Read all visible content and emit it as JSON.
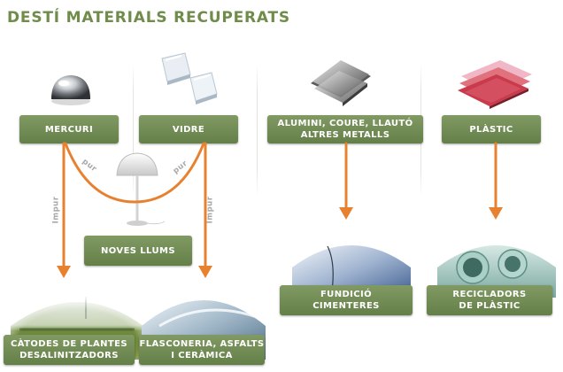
{
  "title": "DESTÍ MATERIALS RECUPERATS",
  "sources": {
    "mercuri": "MERCURI",
    "vidre": "VIDRE",
    "metalls": "ALUMINI, COURE, LLAUTÓ\nALTRES METALLS",
    "plastic": "PLÀSTIC"
  },
  "destinations": {
    "noves_llums": "NOVES LLUMS",
    "catodes": "CÀTODES DE PLANTES\nDESALINITZADORS",
    "flasconeria": "FLASCONERIA, ASFALTS\nI CERÀMICA",
    "fundicio": "FUNDICIÓ\nCIMENTERES",
    "recicladors": "RECICLADORS\nDE PLÀSTIC"
  },
  "labels": {
    "pur_left": "pur",
    "pur_right": "pur",
    "impur_left": "Impur",
    "impur_right": "Impur"
  },
  "colors": {
    "box_green": "#6f8a52",
    "arrow_orange": "#e8812f",
    "title_green": "#6f8c4a"
  },
  "icons": [
    "mercury-drop-icon",
    "glass-icon",
    "metal-sheets-icon",
    "plastic-sheets-icon",
    "lamp-icon",
    "solar-field-photo",
    "glass-bottle-photo",
    "metal-pipe-photo",
    "plastic-pipe-photo"
  ]
}
